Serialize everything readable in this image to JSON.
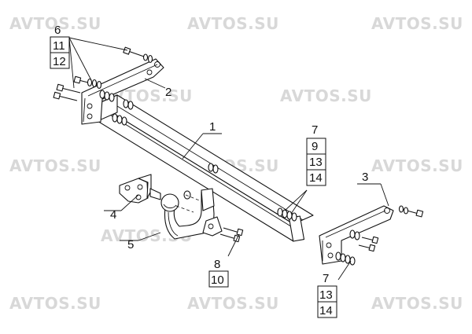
{
  "watermarks": [
    "AVTOS.SU",
    "AVTOS.SU",
    "AVTOS.SU",
    "AVTOS.SU",
    "AVTOS.SU",
    "AVTOS.SU",
    "AVTOS.SU",
    "AVTOS.SU",
    "AVTOS.SU",
    "AVTOS.SU",
    "AVTOS.SU",
    "AVTOS.SU"
  ],
  "callouts": {
    "c1": "1",
    "c2": "2",
    "c3": "3",
    "c4": "4",
    "c5": "5",
    "group_top_left": [
      "6",
      "11",
      "12"
    ],
    "group_mid_right": [
      "7",
      "9",
      "13",
      "14"
    ],
    "group_bolts_center": [
      "8",
      "10"
    ],
    "group_bottom_right": [
      "7",
      "13",
      "14"
    ]
  },
  "colors": {
    "line": "#111111",
    "watermark": "#d8d8d8",
    "background": "#ffffff"
  }
}
